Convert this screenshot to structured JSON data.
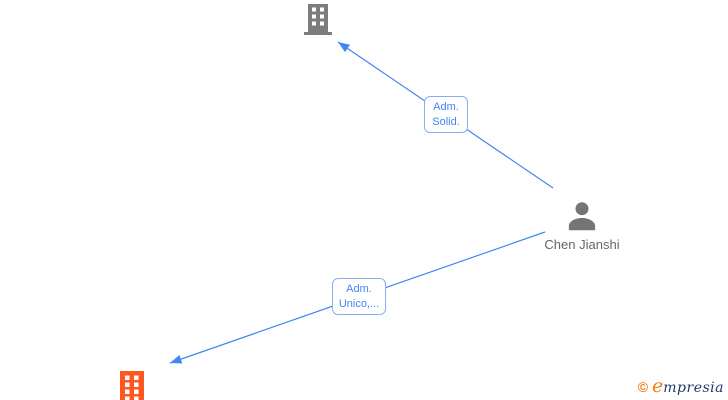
{
  "colors": {
    "edge": "#4285f4",
    "edge_label_border": "#85aef5",
    "edge_label_text": "#4285f4",
    "company_gray": "#7d7d7d",
    "person_gray": "#757575",
    "company_orange": "#ff5722",
    "person_label_text": "#666666",
    "logo_orange": "#ef7d17",
    "logo_navy": "#1f3a68"
  },
  "graph": {
    "nodes": [
      {
        "id": "company-top",
        "type": "company",
        "icon": "building-icon",
        "label": ""
      },
      {
        "id": "chen-jianshi",
        "type": "person",
        "icon": "person-icon",
        "label": "Chen Jianshi"
      },
      {
        "id": "company-bottom",
        "type": "company",
        "icon": "building-icon",
        "label": ""
      }
    ],
    "edges": [
      {
        "from": "chen-jianshi",
        "to": "company-top",
        "label_lines": [
          "Adm.",
          "Solid."
        ]
      },
      {
        "from": "chen-jianshi",
        "to": "company-bottom",
        "label_lines": [
          "Adm.",
          "Unico,..."
        ]
      }
    ]
  },
  "watermark": {
    "copyright_symbol": "©",
    "brand_first_letter": "e",
    "brand_rest": "mpresia"
  }
}
